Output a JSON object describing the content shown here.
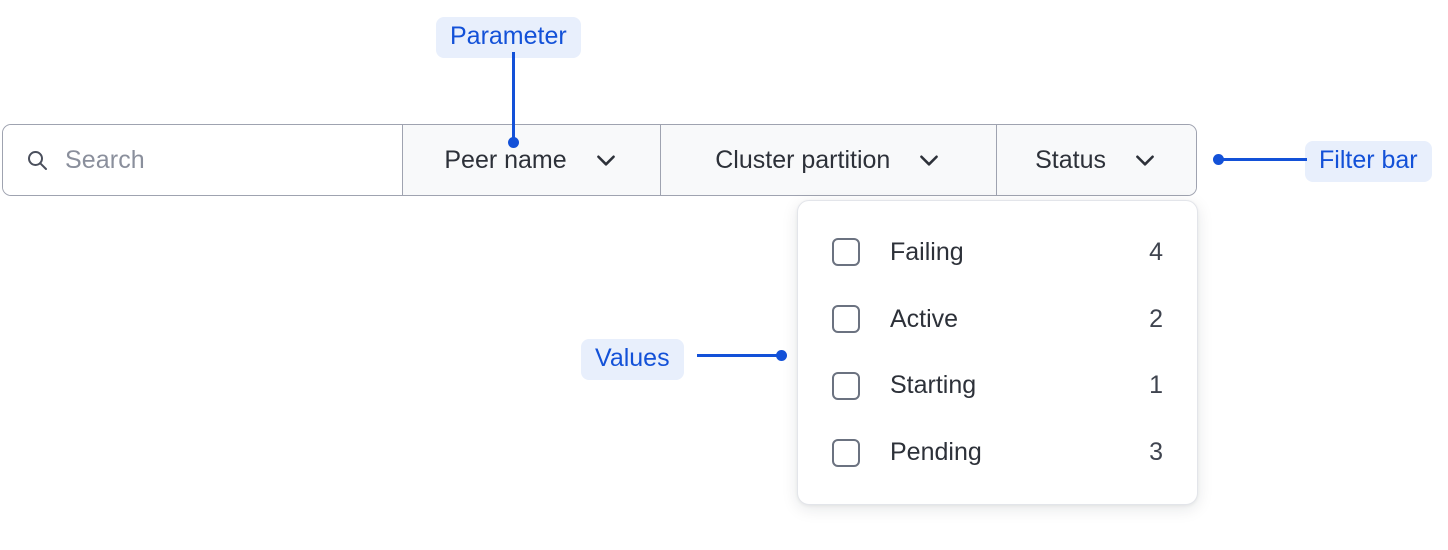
{
  "filter_bar": {
    "search": {
      "icon": "search-icon",
      "placeholder": "Search",
      "value": ""
    },
    "dropdowns": [
      {
        "label": "Peer name",
        "icon": "chevron-down-icon"
      },
      {
        "label": "Cluster partition",
        "icon": "chevron-down-icon"
      },
      {
        "label": "Status",
        "icon": "chevron-down-icon"
      }
    ]
  },
  "status_panel": {
    "options": [
      {
        "label": "Failing",
        "count": "4",
        "checked": false
      },
      {
        "label": "Active",
        "count": "2",
        "checked": false
      },
      {
        "label": "Starting",
        "count": "1",
        "checked": false
      },
      {
        "label": "Pending",
        "count": "3",
        "checked": false
      }
    ]
  },
  "annotations": {
    "parameter": "Parameter",
    "values": "Values",
    "filter_bar": "Filter bar"
  },
  "colors": {
    "annotation_text": "#1351d8",
    "annotation_bg": "#e8effc",
    "bar_border": "#9fa3b0",
    "dropdown_bg": "#f8f9fa",
    "search_bg": "#ffffff",
    "text_primary": "#2d3139",
    "placeholder": "#8a8f9c",
    "checkbox_border": "#6b7280"
  }
}
